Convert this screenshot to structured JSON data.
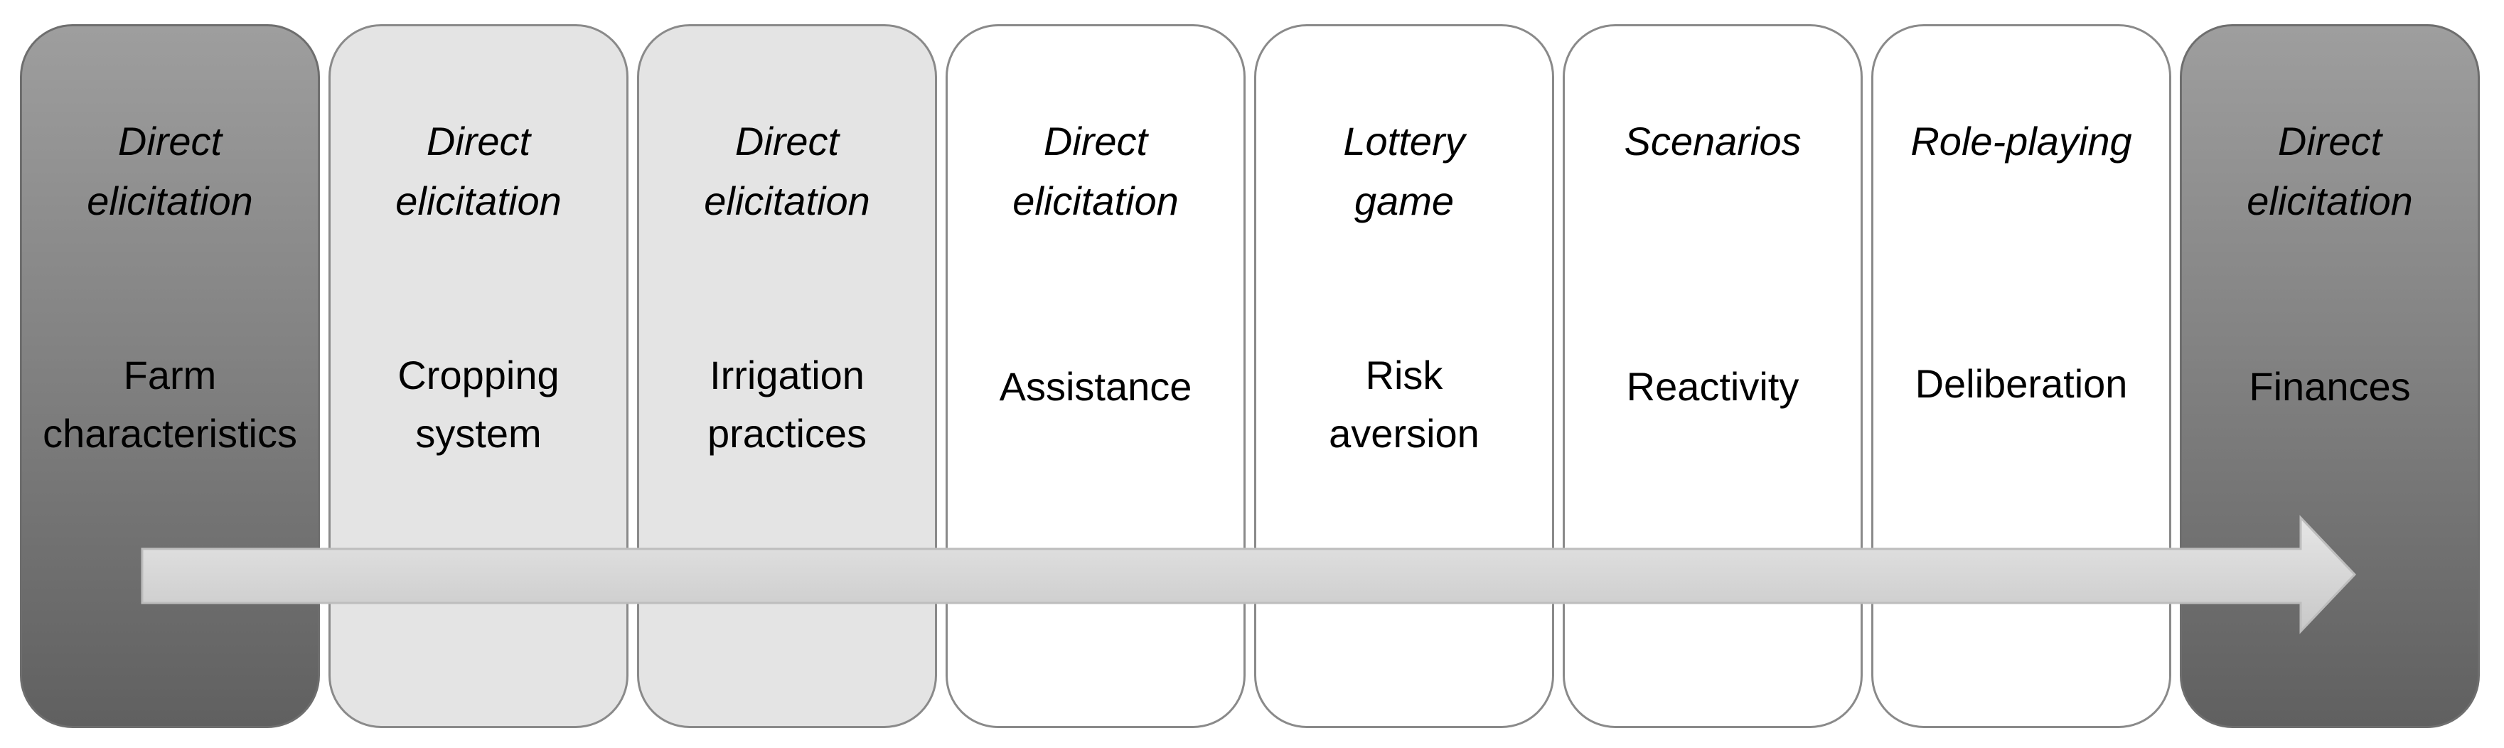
{
  "stages": [
    {
      "method": "Direct\nelicitation",
      "topic": "Farm\ncharacteristics",
      "style": "dark"
    },
    {
      "method": "Direct\nelicitation",
      "topic": "Cropping\nsystem",
      "style": "light"
    },
    {
      "method": "Direct\nelicitation",
      "topic": "Irrigation\npractices",
      "style": "light"
    },
    {
      "method": "Direct\nelicitation",
      "topic": "Assistance",
      "style": "white"
    },
    {
      "method": "Lottery\ngame",
      "topic": "Risk\naversion",
      "style": "white"
    },
    {
      "method": "Scenarios",
      "topic": "Reactivity",
      "style": "white"
    },
    {
      "method": "Role-playing",
      "topic": "Deliberation",
      "style": "white"
    },
    {
      "method": "Direct\nelicitation",
      "topic": "Finances",
      "style": "dark"
    }
  ],
  "colors": {
    "dark_box_top": "#9e9e9e",
    "dark_box_bottom": "#606060",
    "light_box": "#e4e4e4",
    "white_box": "#ffffff",
    "arrow": "#d9d9d9"
  }
}
